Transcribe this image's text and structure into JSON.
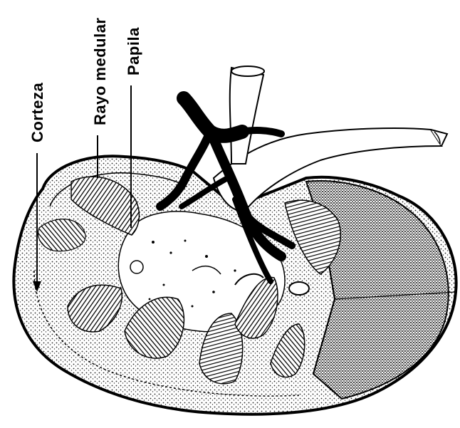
{
  "labels": {
    "corteza": "Corteza",
    "rayo_medular": "Rayo medular",
    "papila": "Papila"
  },
  "colors": {
    "ink": "#000000",
    "background": "#ffffff",
    "stipple": "#2a2a2a"
  }
}
